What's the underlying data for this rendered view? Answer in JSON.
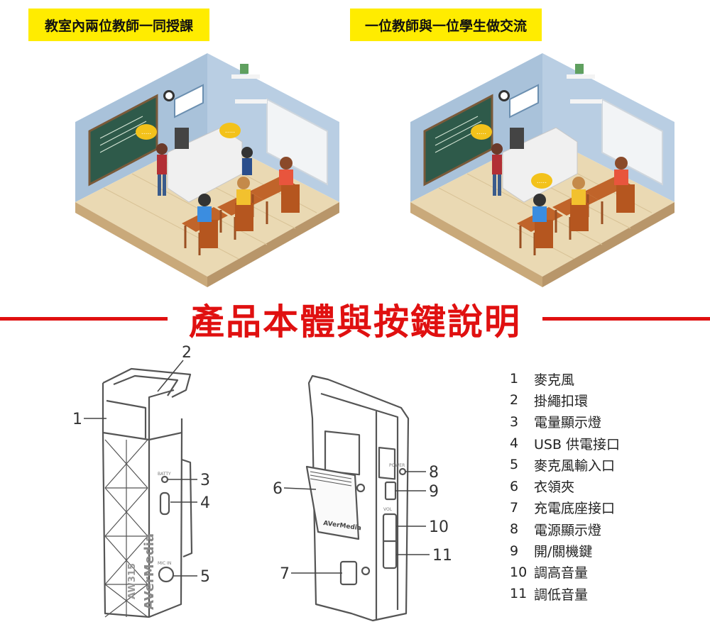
{
  "scenes": [
    {
      "caption": "教室內兩位教師一同授課",
      "bubble_text": "....."
    },
    {
      "caption": "一位教師與一位學生做交流",
      "bubble_text": "....."
    }
  ],
  "section_title": "產品本體與按鍵說明",
  "device": {
    "brand": "AVerMedia",
    "model": "AW315",
    "port_labels": {
      "battery": "BATTY",
      "mic_in": "MIC IN",
      "power": "POWER",
      "vol": "VOL"
    },
    "callouts": [
      "1",
      "2",
      "3",
      "4",
      "5",
      "6",
      "7",
      "8",
      "9",
      "10",
      "11"
    ]
  },
  "legend": [
    {
      "num": "1",
      "label": "麥克風"
    },
    {
      "num": "2",
      "label": "掛繩扣環"
    },
    {
      "num": "3",
      "label": "電量顯示燈"
    },
    {
      "num": "4",
      "label": "USB 供電接口"
    },
    {
      "num": "5",
      "label": "麥克風輸入口"
    },
    {
      "num": "6",
      "label": "衣領夾"
    },
    {
      "num": "7",
      "label": "充電底座接口"
    },
    {
      "num": "8",
      "label": "電源顯示燈"
    },
    {
      "num": "9",
      "label": "開/關機鍵"
    },
    {
      "num": "10",
      "label": "調高音量"
    },
    {
      "num": "11",
      "label": "調低音量"
    }
  ],
  "colors": {
    "accent_red": "#e01010",
    "caption_yellow": "#ffec00",
    "wall_blue": "#a9c2da",
    "floor_wood": "#e8d6ad"
  }
}
